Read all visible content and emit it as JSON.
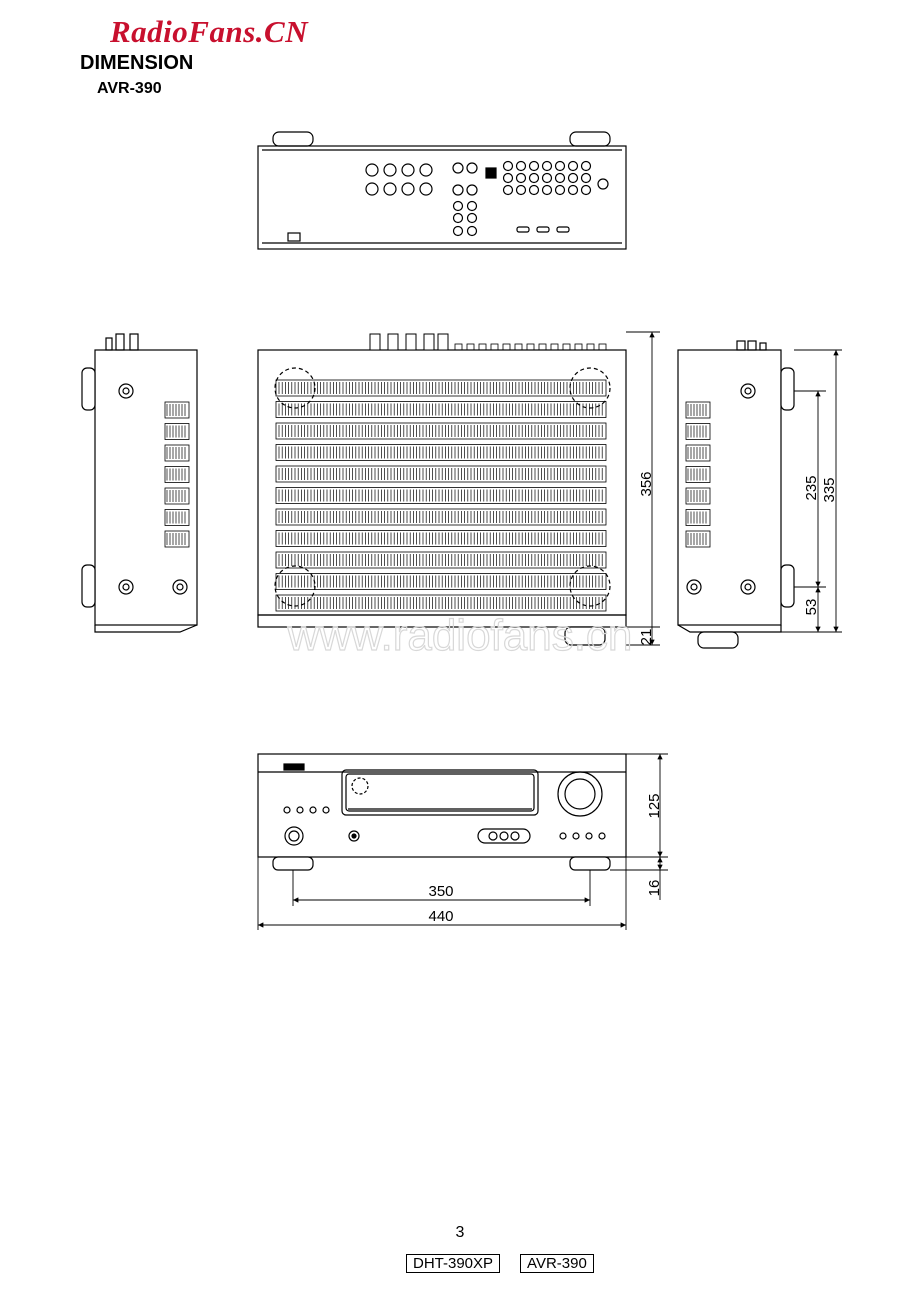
{
  "watermark": "RadioFans.CN",
  "heading": "DIMENSION",
  "model": "AVR-390",
  "watermark_center": "www.radiofans.cn",
  "dimensions": {
    "depth": "356",
    "front_height": "125",
    "foot_height": "16",
    "side_depth": "335",
    "side_inner": "235",
    "side_lower": "53",
    "top_lower": "21",
    "foot_spacing": "350",
    "width": "440"
  },
  "page_number": "3",
  "footer_models": [
    "DHT-390XP",
    "AVR-390"
  ]
}
